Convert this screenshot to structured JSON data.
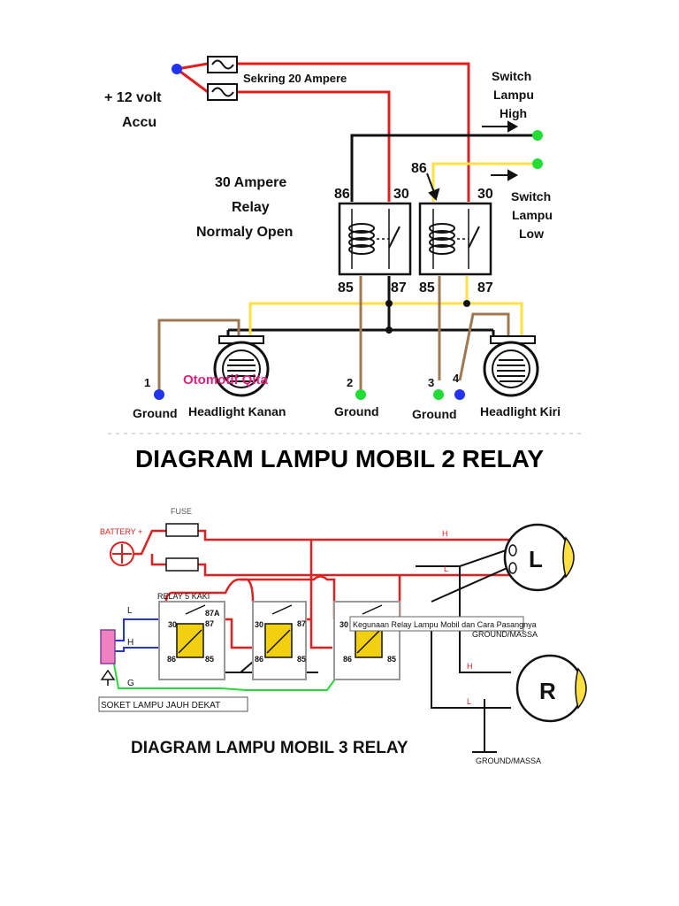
{
  "d1": {
    "fuse_label": "Sekring 20 Ampere",
    "accu_line1": "+ 12 volt",
    "accu_line2": "Accu",
    "switch_high": [
      "Switch",
      "Lampu",
      "High"
    ],
    "switch_low": [
      "Switch",
      "Lampu",
      "Low"
    ],
    "relay_desc": [
      "30 Ampere",
      "Relay",
      "Normaly Open"
    ],
    "pin_86": "86",
    "pin_30": "30",
    "pin_85": "85",
    "pin_87": "87",
    "point_1": "1",
    "point_2": "2",
    "point_3": "3",
    "point_4": "4",
    "ground": "Ground",
    "headlight_kanan": "Headlight Kanan",
    "headlight_kiri": "Headlight Kiri",
    "watermark": "Otomotif Qita"
  },
  "title1": "DIAGRAM LAMPU MOBIL 2 RELAY",
  "d2": {
    "battery": "BATTERY +",
    "fuse": "FUSE",
    "relay_label": "RELAY 5 KAKI",
    "pin_30": "30",
    "pin_87": "87",
    "pin_87a": "87A",
    "pin_86": "86",
    "pin_85": "85",
    "wire_h": "H",
    "wire_l": "L",
    "wire_g": "G",
    "lamp_l": "L",
    "lamp_r": "R",
    "ground_massa": "GROUND/MASSA",
    "socket": "SOKET LAMPU JAUH DEKAT",
    "tooltip": "Kegunaan Relay Lampu Mobil dan Cara Pasangnya",
    "title": "DIAGRAM LAMPU MOBIL 3 RELAY"
  },
  "colors": {
    "red": "#e02020",
    "yellow": "#ffe040",
    "brown": "#a07850",
    "green": "#22dd33",
    "blue": "#2233ee",
    "pink": "#e0207a",
    "relay_yellow": "#f0d010"
  }
}
